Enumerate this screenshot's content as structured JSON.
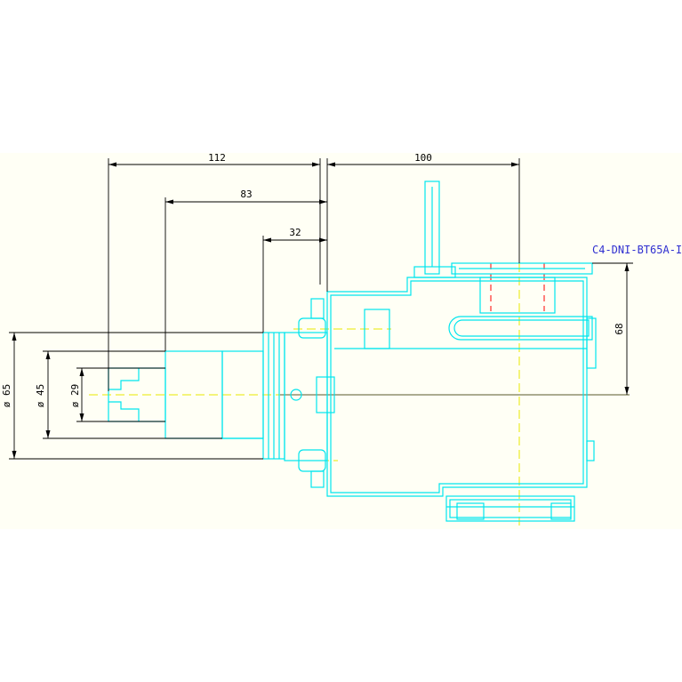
{
  "drawing": {
    "part_label": "C4-DNI-BT65A-I",
    "colors": {
      "sheet": "#fffff5",
      "outline": "#00e5ee",
      "dimension": "#000000",
      "centerline": "#e8e800",
      "hidden": "#ff0000",
      "axis": "#5a5a2a",
      "label": "#2f2fd0"
    }
  },
  "dimensions": {
    "length_112": "112",
    "length_83": "83",
    "length_32": "32",
    "length_100": "100",
    "height_68": "68",
    "diameter_65": "ø 65",
    "diameter_45": "ø 45",
    "diameter_29": "ø 29"
  }
}
